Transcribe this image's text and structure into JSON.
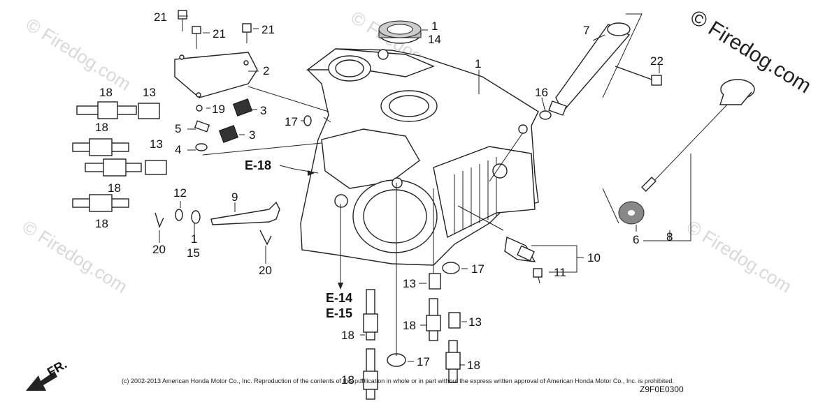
{
  "callouts": {
    "c1a": "1",
    "c14": "14",
    "c1b": "1",
    "c7": "7",
    "c22": "22",
    "c16": "16",
    "c21a": "21",
    "c21b": "21",
    "c21c": "21",
    "c2": "2",
    "c18a": "18",
    "c13a": "13",
    "c19": "19",
    "c3a": "3",
    "c5": "5",
    "c3b": "3",
    "c17a": "17",
    "c18b": "18",
    "c4": "4",
    "c13b": "13",
    "c18c": "18",
    "c12": "12",
    "c9": "9",
    "c18d": "18",
    "c1c": "1",
    "c15": "15",
    "c20a": "20",
    "c20b": "20",
    "c6": "6",
    "c8": "8",
    "c10": "10",
    "c11": "11",
    "c17b": "17",
    "c13c": "13",
    "c18e": "18",
    "c13d": "13",
    "c18f": "18",
    "c17c": "17",
    "c18g": "18",
    "c18h": "18"
  },
  "refs": {
    "e18": "E-18",
    "e14": "E-14",
    "e15": "E-15"
  },
  "direction_label": "FR.",
  "watermark": "© Firedog.com",
  "copyright": "(c) 2002-2013 American Honda Motor Co., Inc. Reproduction of the contents of this publication in whole or in part without the express written approval of American Honda Motor Co., Inc. is prohibited.",
  "diagram_code": "Z9F0E0300"
}
